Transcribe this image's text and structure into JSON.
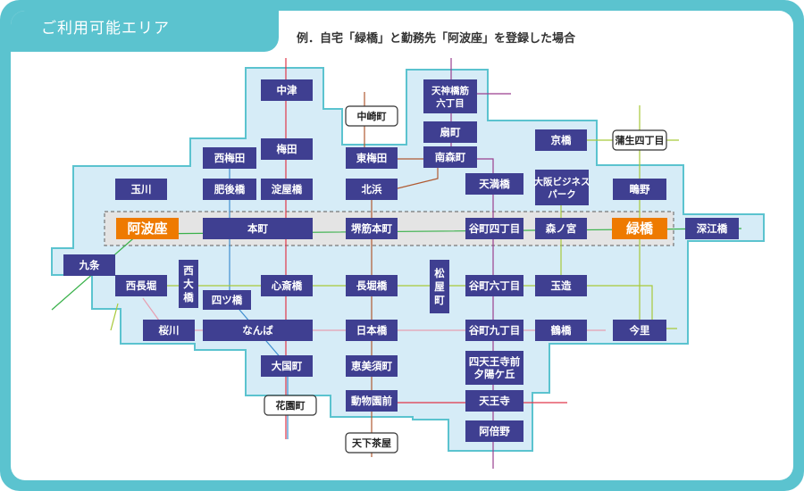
{
  "header": {
    "area_title": "ご利用可能エリア",
    "subtitle": "例．自宅「緑橋」と勤務先「阿波座」を登録した場合"
  },
  "colors": {
    "frame": "#5bc3cf",
    "area_fill": "#d6ecf7",
    "area_stroke": "#5bc3cf",
    "station": "#3f3f91",
    "highlight": "#ee7a00",
    "route_band": "#e4e4e4"
  },
  "stations": {
    "nakatsu": "中津",
    "tenjinbashisuji": "天神橋筋\n六丁目",
    "umeda": "梅田",
    "nishiumeda": "西梅田",
    "higashiumeda": "東梅田",
    "minamimorimachi": "南森町",
    "ogimachi": "扇町",
    "kyobashi": "京橋",
    "tamagawa": "玉川",
    "higobashi": "肥後橋",
    "yodoyabashi": "淀屋橋",
    "kitahama": "北浜",
    "temmabashi": "天満橋",
    "obp": "大阪ビジネス\nパーク",
    "shigino": "鴫野",
    "awaza": "阿波座",
    "hommachi": "本町",
    "sakaisujihommachi": "堺筋本町",
    "tanimachi4": "谷町四丁目",
    "morinomiya": "森ノ宮",
    "midoribashi": "緑橋",
    "fukaebashi": "深江橋",
    "kujo": "九条",
    "nishinagahori": "西長堀",
    "nishiohashi": "西\n大\n橋",
    "yotsubashi": "四ツ橋",
    "shinsaibashi": "心斎橋",
    "nagahoribashi": "長堀橋",
    "matsuyamachi": "松\n屋\n町",
    "tanimachi6": "谷町六丁目",
    "tamatsukuri": "玉造",
    "sakuragawa": "桜川",
    "namba": "なんば",
    "nipponbashi": "日本橋",
    "tanimachi9": "谷町九丁目",
    "tsuruhashi": "鶴橋",
    "imazato": "今里",
    "daikokucho": "大国町",
    "ebisucho": "恵美須町",
    "shitennojimae": "四天王寺前\n夕陽ケ丘",
    "dobutsuenmae": "動物園前",
    "tennoji": "天王寺",
    "abeno": "阿倍野"
  },
  "outside_stations": {
    "nakazakicho": "中崎町",
    "gamo4": "蒲生四丁目",
    "hanazonocho": "花園町",
    "tengachaya": "天下茶屋"
  }
}
